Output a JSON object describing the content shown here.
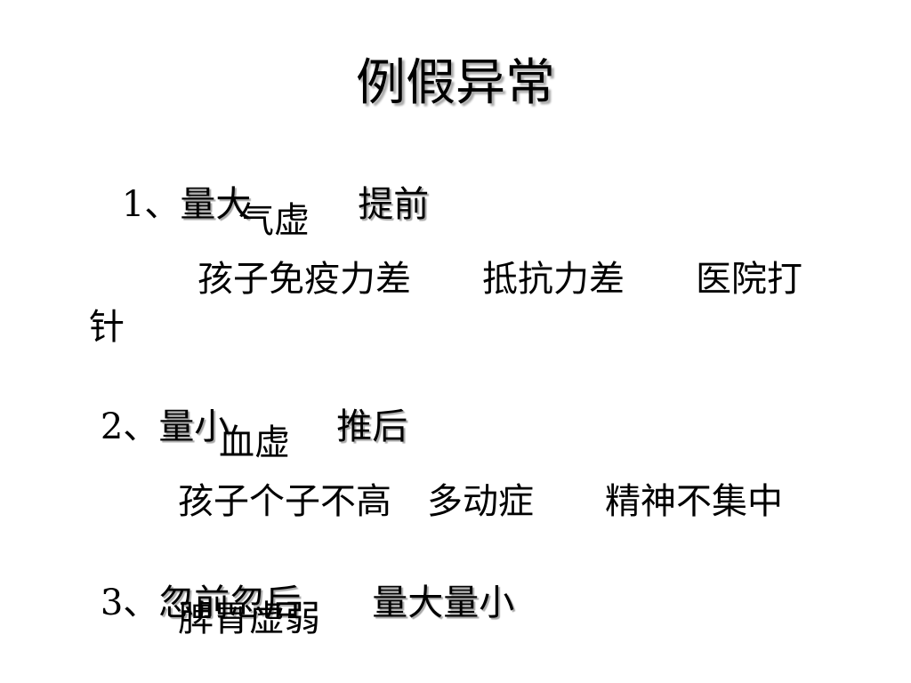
{
  "slide": {
    "title": "例假异常",
    "items": [
      {
        "number": "1、",
        "heading": "量大　　　提前",
        "cause": "气虚",
        "detail": "孩子免疫力差　　抵抗力差　　医院打",
        "detail_wrap": "针"
      },
      {
        "number": "2、",
        "heading": "量小　　　推后",
        "cause": "血虚",
        "detail": "孩子个子不高　多动症　　精神不集中"
      },
      {
        "number": "3、",
        "heading": "忽前忽后　　量大量小",
        "cause": "脾胃虚弱"
      }
    ]
  }
}
